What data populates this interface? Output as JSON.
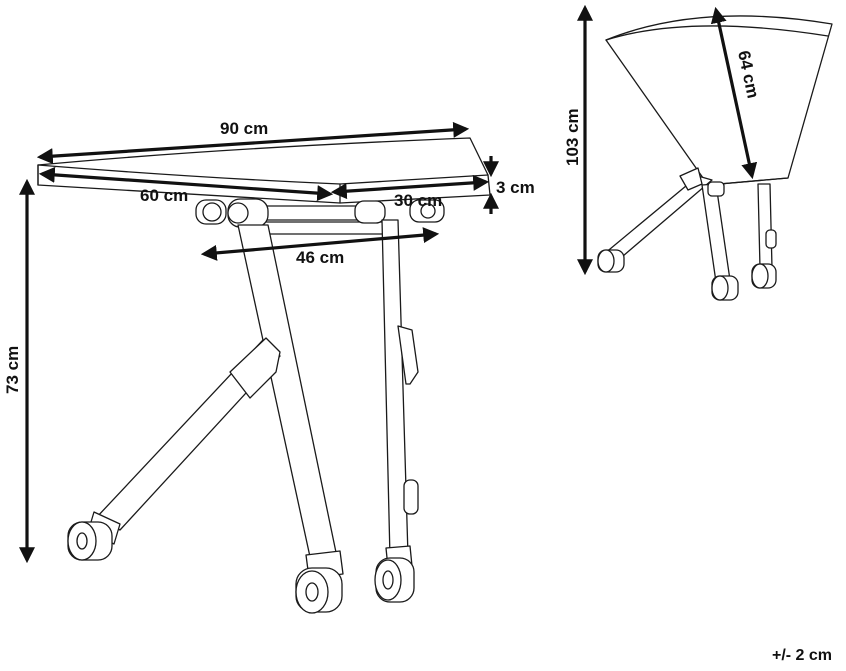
{
  "dimensions": {
    "width_label": "90 cm",
    "depth_label": "60 cm",
    "side_label": "30 cm",
    "thickness_label": "3 cm",
    "leg_span_label": "46 cm",
    "height_label": "73 cm",
    "folded_height_label": "103 cm",
    "folded_top_label": "64 cm"
  },
  "tolerance": "+/- 2 cm"
}
